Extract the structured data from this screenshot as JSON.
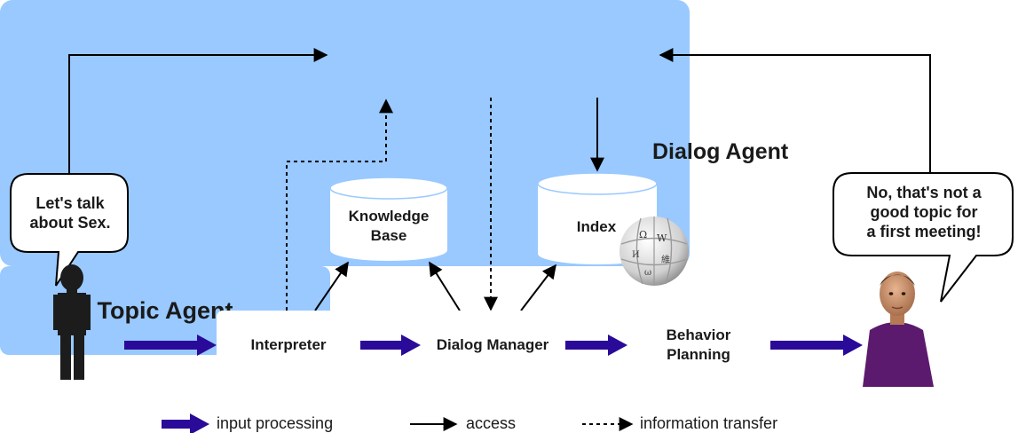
{
  "topic_agent": {
    "label": "Topic Agent"
  },
  "dialog_agent": {
    "label": "Dialog Agent"
  },
  "components": {
    "knowledge_base": "Knowledge\nBase",
    "index": "Index",
    "interpreter": "Interpreter",
    "dialog_manager": "Dialog Manager",
    "behavior_planning": "Behavior\nPlanning"
  },
  "speech": {
    "user": "Let's talk\nabout Sex.",
    "agent": "No, that's not a\ngood topic for\na first meeting!"
  },
  "legend": {
    "input_processing": "input processing",
    "access": "access",
    "information_transfer": "information transfer"
  },
  "colors": {
    "agent_fill": "#99c9ff",
    "input_arrow": "#2a0a99",
    "avatar_shirt": "#5c1a6e"
  },
  "icons": {
    "user": "human-silhouette-icon",
    "agent": "virtual-agent-avatar-icon",
    "wikipedia": "wikipedia-globe-icon"
  }
}
